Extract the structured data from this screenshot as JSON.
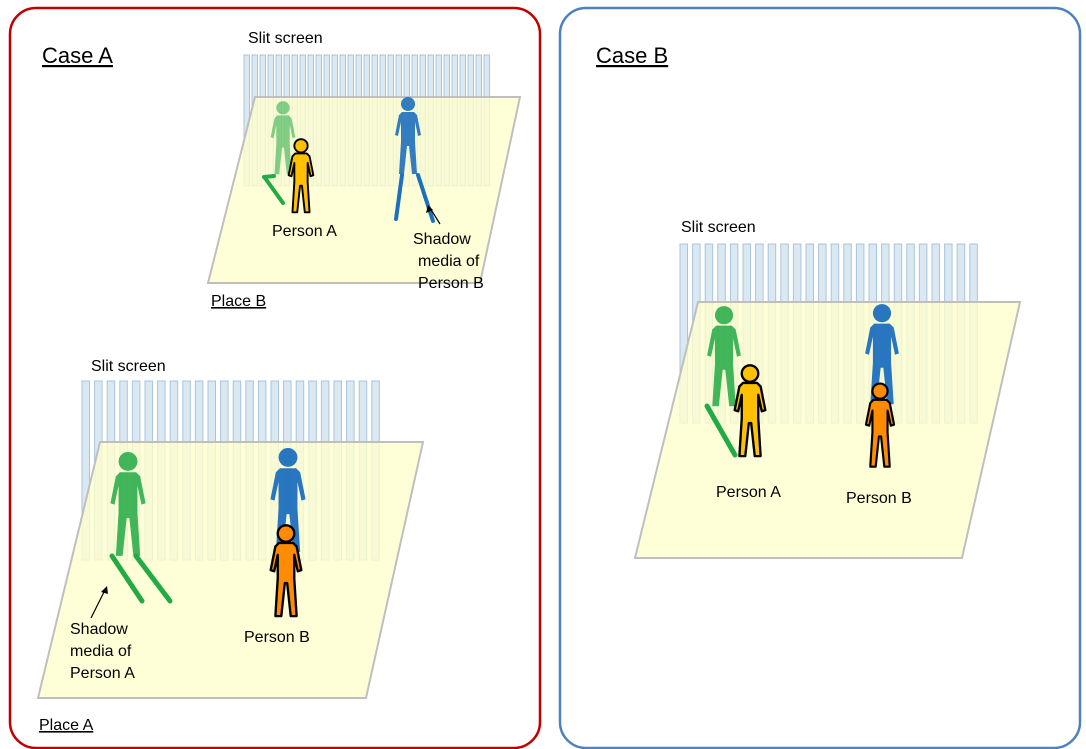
{
  "case_a": {
    "title": "Case A",
    "border_color": "#c00000",
    "place_b": {
      "name": "Place B",
      "slit_screen_label": "Slit screen",
      "person_label": "Person A",
      "shadow_label_lines": [
        "Shadow",
        "media of",
        "Person B"
      ]
    },
    "place_a": {
      "name": "Place A",
      "slit_screen_label": "Slit screen",
      "person_label": "Person B",
      "shadow_label_lines": [
        "Shadow",
        "media of",
        "Person A"
      ]
    }
  },
  "case_b": {
    "title": "Case B",
    "border_color": "#4f81bd",
    "slit_screen_label": "Slit screen",
    "person_a_label": "Person A",
    "person_b_label": "Person B"
  },
  "colors": {
    "floor_fill": "#ffffcc",
    "floor_stroke": "#bfbfbf",
    "slit_fill": "#dae8f2",
    "slit_stroke": "#a9c4dd",
    "green_shadow": "#22aa44",
    "blue_shadow": "#1f6fbf",
    "person_a_yellow": "#ffc000",
    "person_b_orange": "#ff8c00"
  }
}
